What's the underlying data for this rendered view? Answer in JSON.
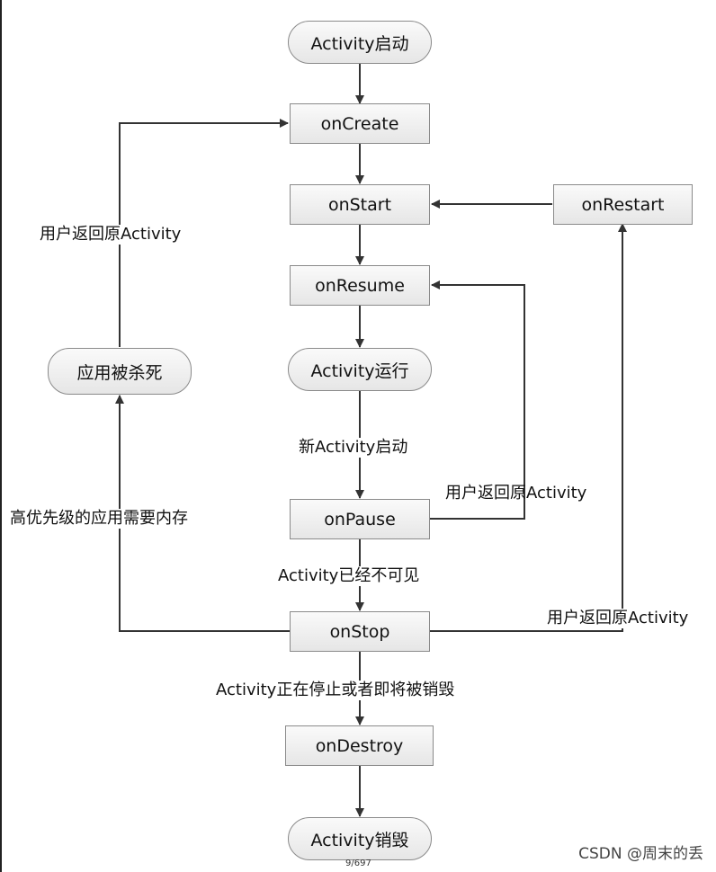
{
  "nodes": {
    "activity_start": "Activity启动",
    "on_create": "onCreate",
    "on_start": "onStart",
    "on_restart": "onRestart",
    "on_resume": "onResume",
    "activity_running": "Activity运行",
    "app_killed": "应用被杀死",
    "on_pause": "onPause",
    "on_stop": "onStop",
    "on_destroy": "onDestroy",
    "activity_destroyed": "Activity销毁"
  },
  "edge_labels": {
    "return_to_create": "用户返回原Activity",
    "new_activity_started": "新Activity启动",
    "return_to_resume": "用户返回原Activity",
    "higher_priority_app": "高优先级的应用需要内存",
    "activity_invisible": "Activity已经不可见",
    "return_to_restart": "用户返回原Activity",
    "stopping_or_destroyed": "Activity正在停止或者即将被销毁"
  },
  "watermark": "CSDN @周末的丢",
  "page_number": "9/697",
  "colors": {
    "line": "#333333",
    "node_border": "#8a8a8a",
    "node_fill_top": "#fafafa",
    "node_fill_bottom": "#e6e6e6"
  }
}
